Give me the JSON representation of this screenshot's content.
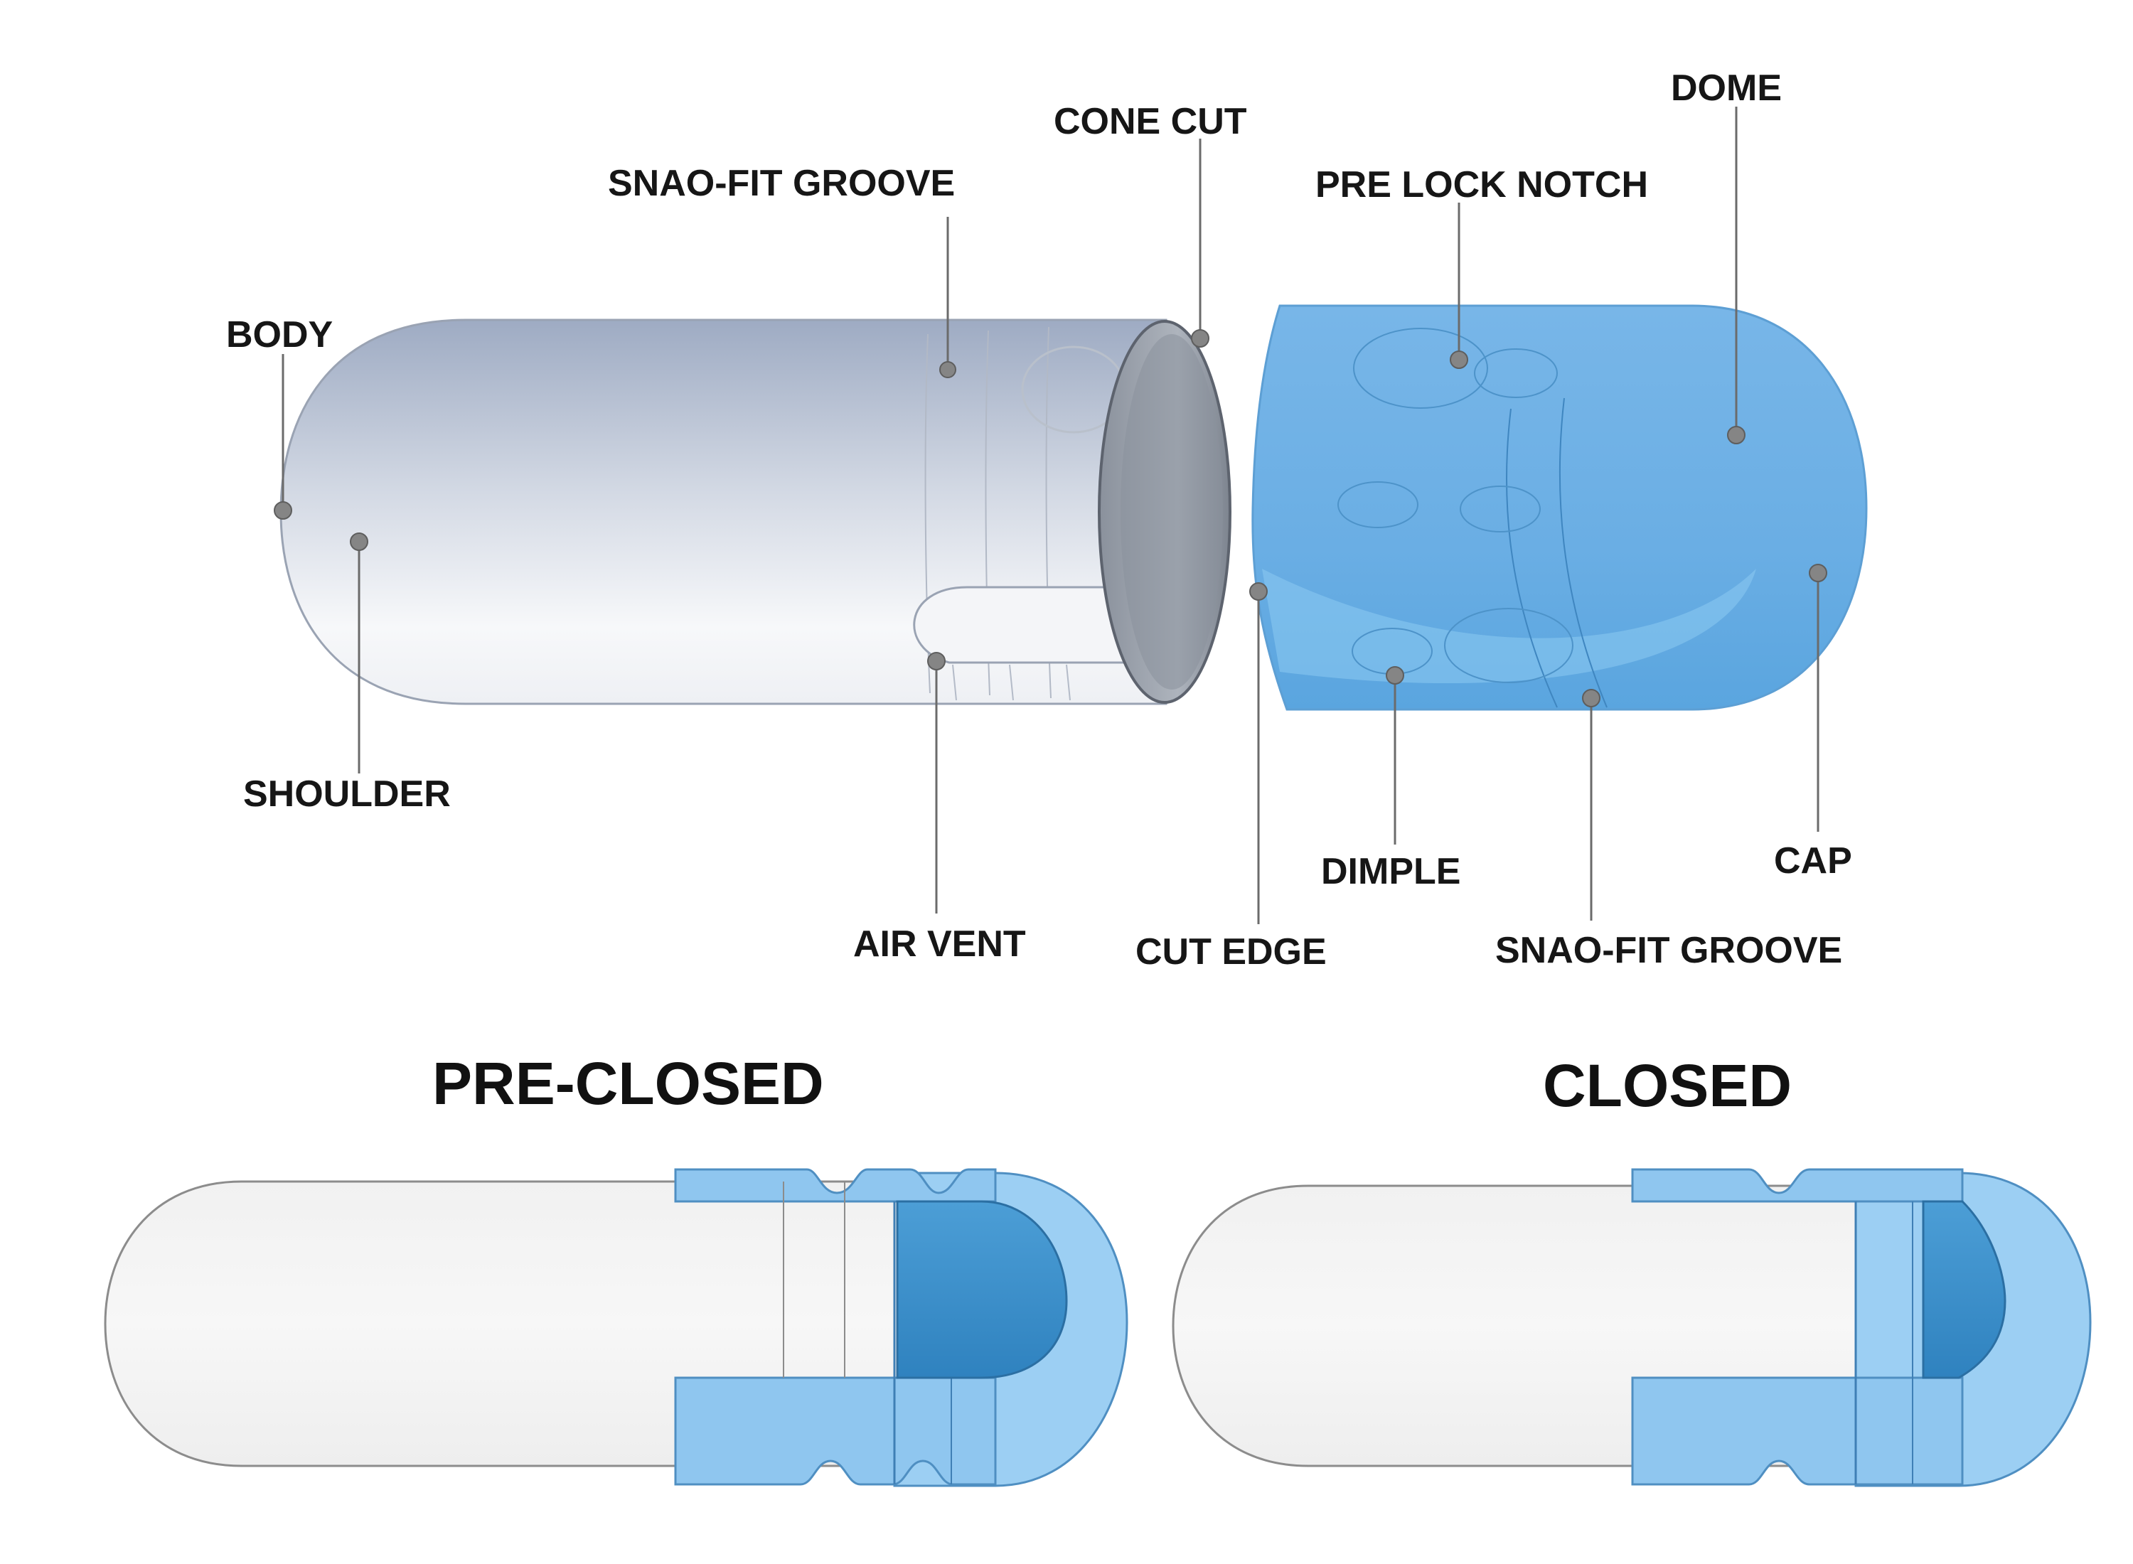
{
  "labels": {
    "body": "BODY",
    "shoulder": "SHOULDER",
    "snap_fit_groove_body": "SNAO-FIT GROOVE",
    "cone_cut": "CONE CUT",
    "air_vent": "AIR VENT",
    "cut_edge": "CUT EDGE",
    "pre_lock_notch": "PRE LOCK NOTCH",
    "dome": "DOME",
    "dimple": "DIMPLE",
    "cap": "CAP",
    "snap_fit_groove_cap": "SNAO-FIT GROOVE"
  },
  "states": {
    "pre_closed": "PRE-CLOSED",
    "closed": "CLOSED"
  },
  "colors": {
    "body_light": "#f4f5f7",
    "body_shade": "#a5b1c6",
    "cap_blue": "#6fb3e6",
    "cap_blue_light": "#8ec8f1",
    "cap_blue_dark": "#2f86c4",
    "outline": "#5a5a5a"
  }
}
